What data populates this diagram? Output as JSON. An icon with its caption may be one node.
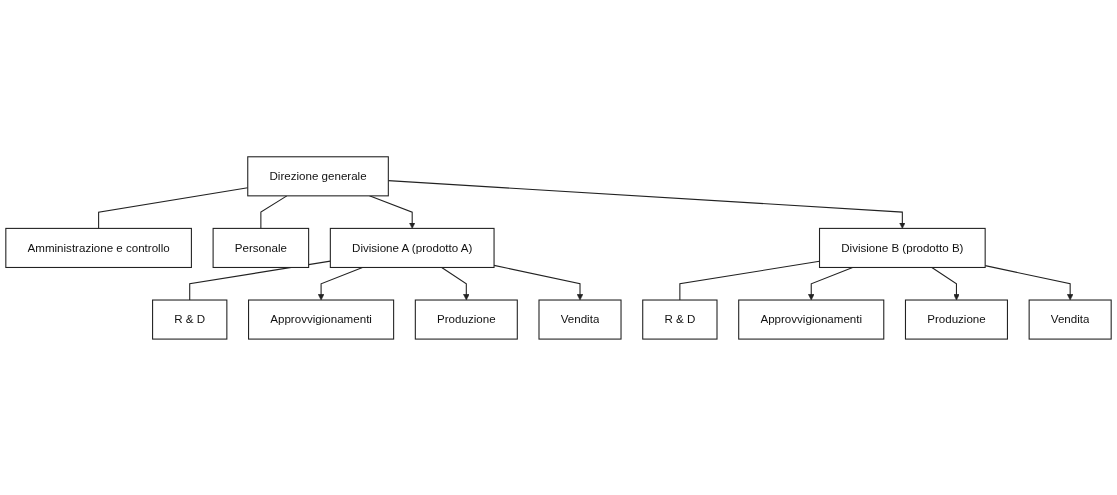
{
  "diagram": {
    "nodes": [
      {
        "text": [
          "Direzione generale"
        ]
      },
      {
        "text": [
          "Amministrazione e controllo"
        ]
      },
      {
        "text": [
          "Personale"
        ]
      },
      {
        "text": [
          "Divisione A (prodotto A)"
        ]
      },
      {
        "text": [
          "Divisione B (prodotto B)"
        ]
      },
      {
        "text": [
          "R & D"
        ]
      },
      {
        "text": [
          "Approvvigionamenti"
        ]
      },
      {
        "text": [
          "Produzione"
        ]
      },
      {
        "text": [
          "Vendita"
        ]
      },
      {
        "text": [
          "R & D"
        ]
      },
      {
        "text": [
          "Approvvigionamenti"
        ]
      },
      {
        "text": [
          "Produzione"
        ]
      },
      {
        "text": [
          "Vendita"
        ]
      }
    ],
    "edges": [
      {
        "from": 0,
        "to": 1,
        "arrow": "none"
      },
      {
        "from": 0,
        "to": 2,
        "arrow": "none"
      },
      {
        "from": 0,
        "to": 3,
        "arrow": "to"
      },
      {
        "from": 0,
        "to": 4,
        "arrow": "to"
      },
      {
        "from": 3,
        "to": 5,
        "arrow": "none"
      },
      {
        "from": 3,
        "to": 6,
        "arrow": "to"
      },
      {
        "from": 3,
        "to": 7,
        "arrow": "to"
      },
      {
        "from": 3,
        "to": 8,
        "arrow": "to"
      },
      {
        "from": 4,
        "to": 9,
        "arrow": "none"
      },
      {
        "from": 4,
        "to": 10,
        "arrow": "to"
      },
      {
        "from": 4,
        "to": 11,
        "arrow": "to"
      },
      {
        "from": 4,
        "to": 12,
        "arrow": "to"
      }
    ]
  }
}
